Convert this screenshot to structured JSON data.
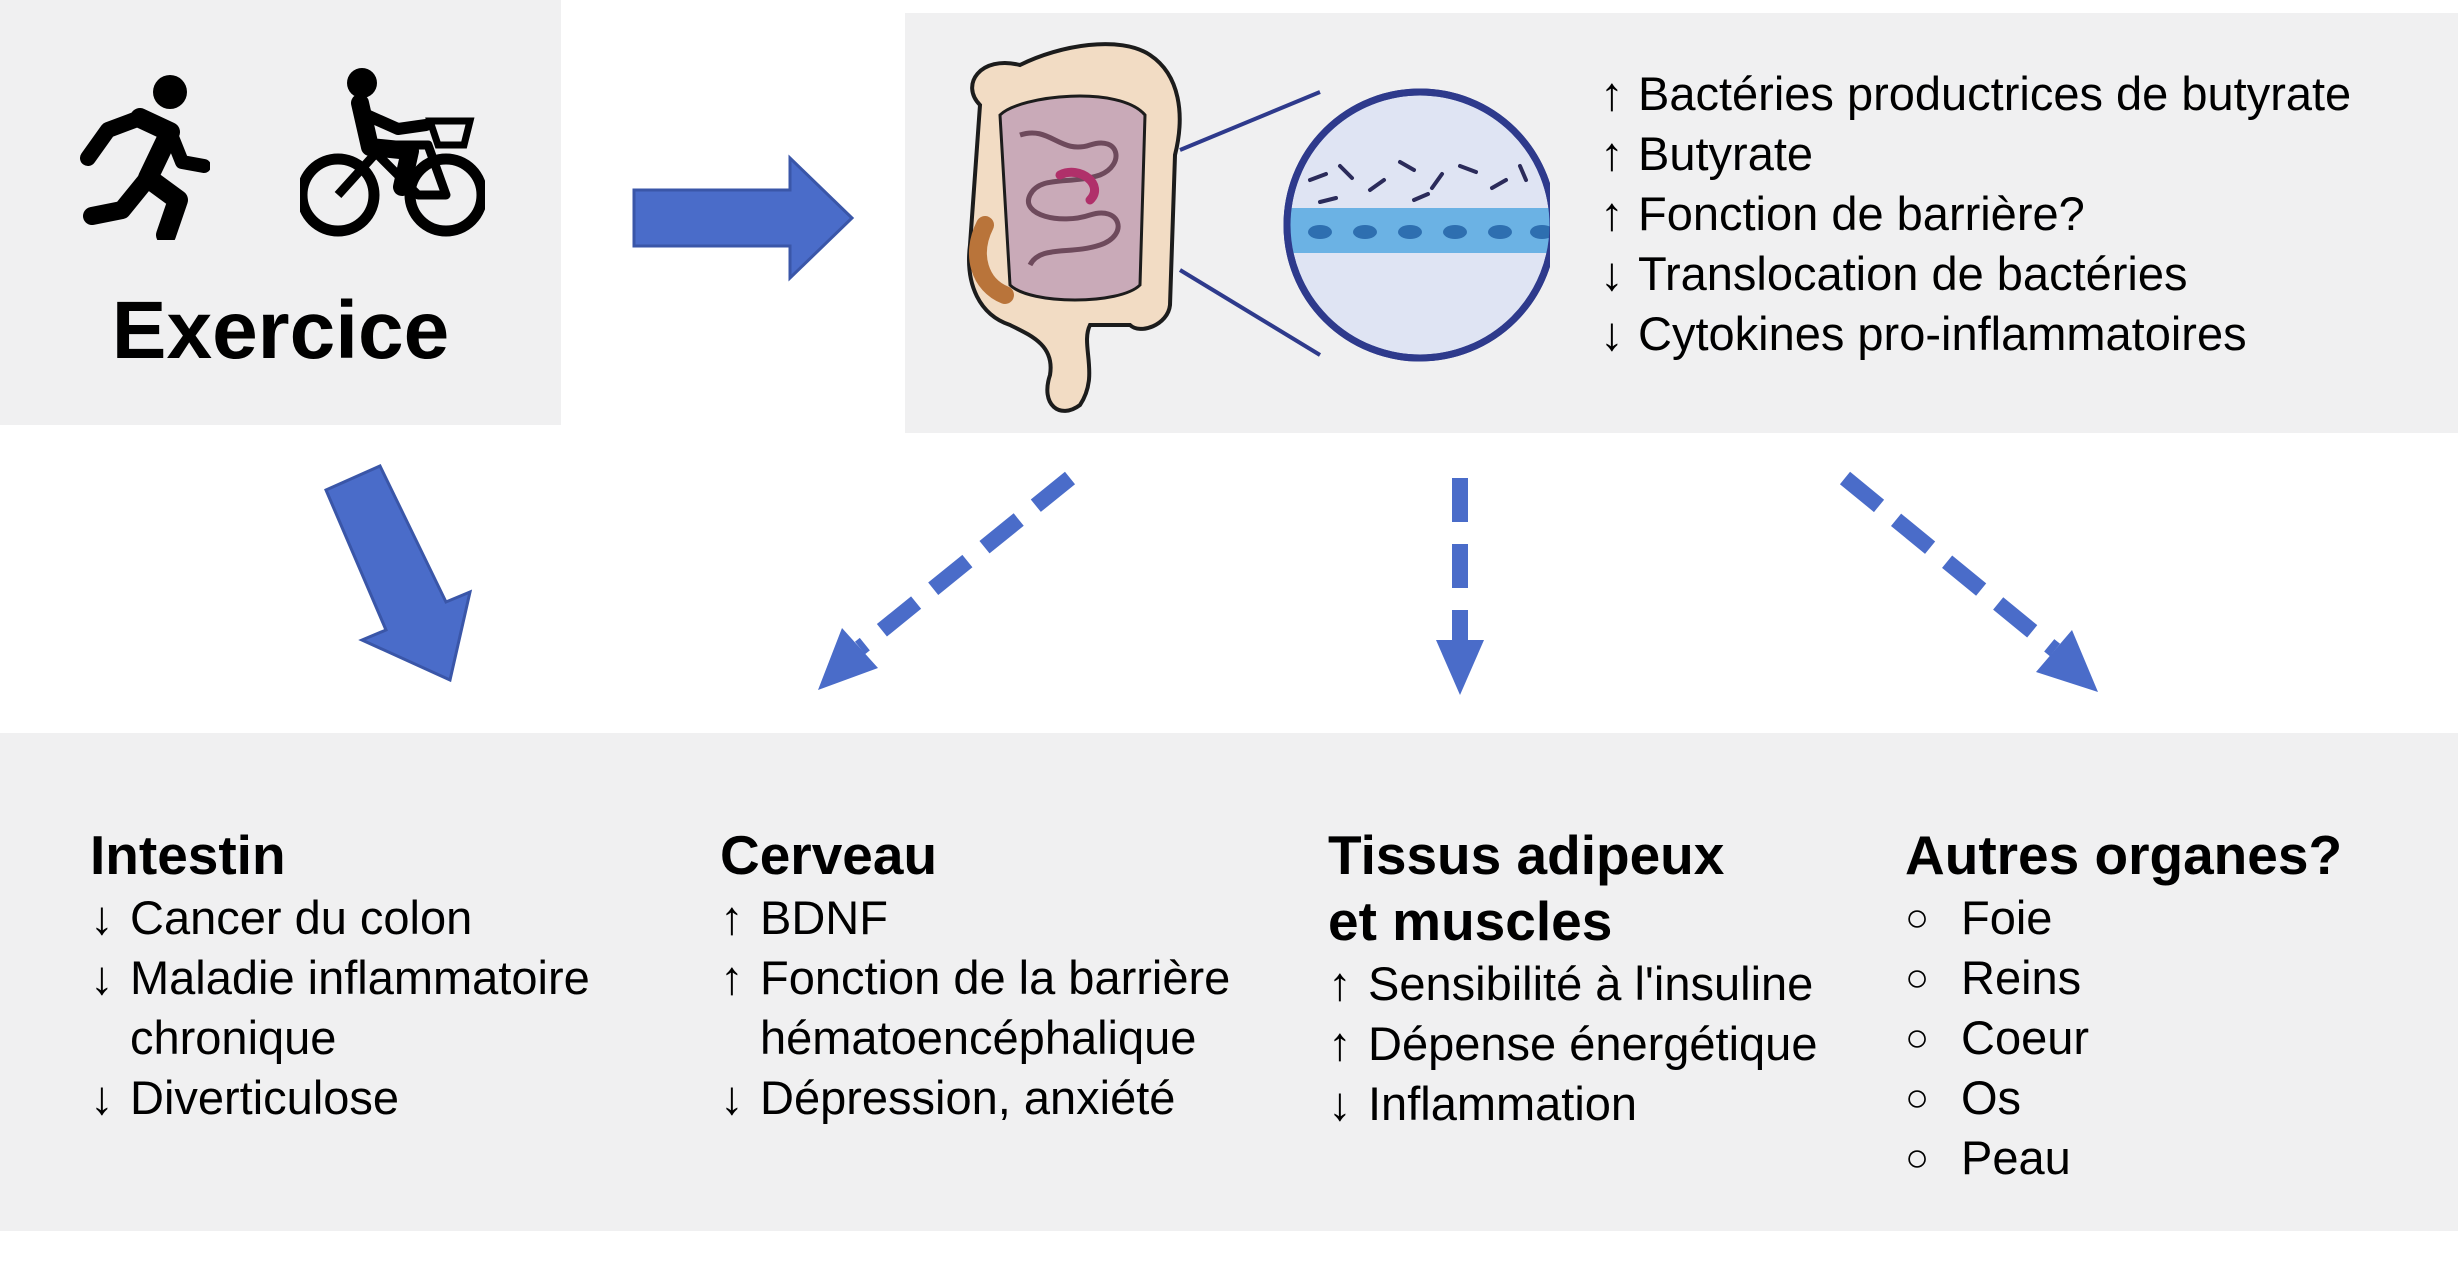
{
  "exercise": {
    "title": "Exercice",
    "icons": [
      "runner-icon",
      "cyclist-icon"
    ]
  },
  "gut": {
    "icons": [
      "intestine-icon",
      "magnifier-lens-icon"
    ],
    "effects": [
      {
        "arrow": "↑",
        "text": "Bactéries productrices de butyrate"
      },
      {
        "arrow": "↑",
        "text": "Butyrate"
      },
      {
        "arrow": "↑",
        "text": "Fonction de barrière?"
      },
      {
        "arrow": "↓",
        "text": "Translocation de bactéries"
      },
      {
        "arrow": "↓",
        "text": "Cytokines pro-inflammatoires"
      }
    ]
  },
  "columns": [
    {
      "title": "Intestin",
      "items": [
        {
          "arrow": "↓",
          "text": "Cancer du colon"
        },
        {
          "arrow": "↓",
          "text": "Maladie inflammatoire\nchronique"
        },
        {
          "arrow": "↓",
          "text": "Diverticulose"
        }
      ]
    },
    {
      "title": "Cerveau",
      "items": [
        {
          "arrow": "↑",
          "text": "BDNF"
        },
        {
          "arrow": "↑",
          "text": "Fonction de la barrière\nhématoencéphalique"
        },
        {
          "arrow": "↓",
          "text": "Dépression, anxiété"
        }
      ]
    },
    {
      "title": "Tissus adipeux\net muscles",
      "items": [
        {
          "arrow": "↑",
          "text": "Sensibilité à l'insuline"
        },
        {
          "arrow": "↑",
          "text": "Dépense énergétique"
        },
        {
          "arrow": "↓",
          "text": "Inflammation"
        }
      ]
    },
    {
      "title": "Autres organes?",
      "items": [
        {
          "arrow": "○",
          "text": "Foie"
        },
        {
          "arrow": "○",
          "text": "Reins"
        },
        {
          "arrow": "○",
          "text": "Coeur"
        },
        {
          "arrow": "○",
          "text": "Os"
        },
        {
          "arrow": "○",
          "text": "Peau"
        }
      ]
    }
  ],
  "colors": {
    "arrow_fill": "#4a6cc9",
    "arrow_stroke": "#3a56a8",
    "panel_bg": "#f0f0f1",
    "lens_border": "#2e3a8c",
    "lens_fill": "#dfe4f3",
    "epithelium": "#57a9e0"
  }
}
